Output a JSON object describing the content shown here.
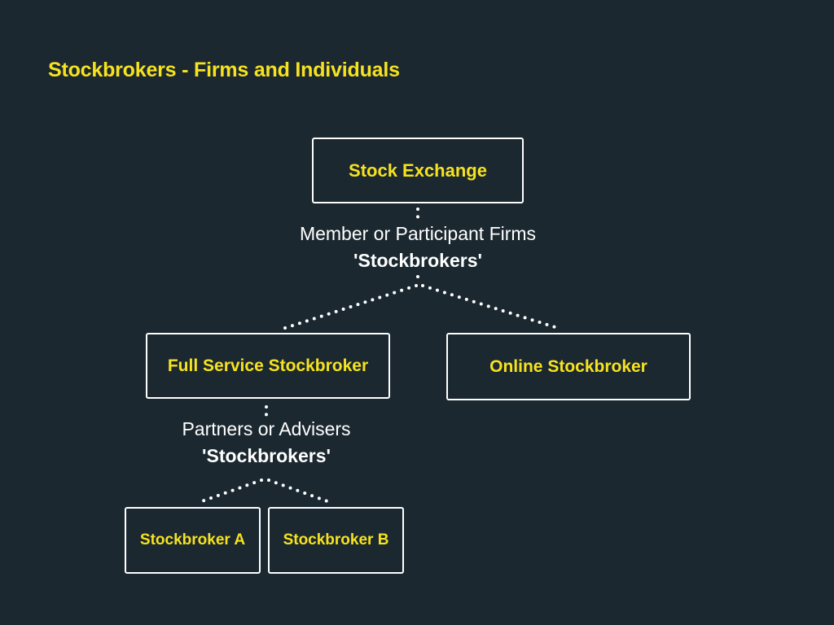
{
  "title": "Stockbrokers - Firms and Individuals",
  "nodes": {
    "stock_exchange": "Stock Exchange",
    "full_service": "Full Service Stockbroker",
    "online": "Online Stockbroker",
    "broker_a": "Stockbroker A",
    "broker_b": "Stockbroker B"
  },
  "labels": {
    "member_line": "Member or Participant Firms",
    "member_bold": "'Stockbrokers'",
    "partners_line": "Partners or Advisers",
    "partners_bold": "'Stockbrokers'"
  },
  "colors": {
    "background": "#1b2830",
    "accent": "#f6e21f",
    "text": "#ffffff"
  }
}
